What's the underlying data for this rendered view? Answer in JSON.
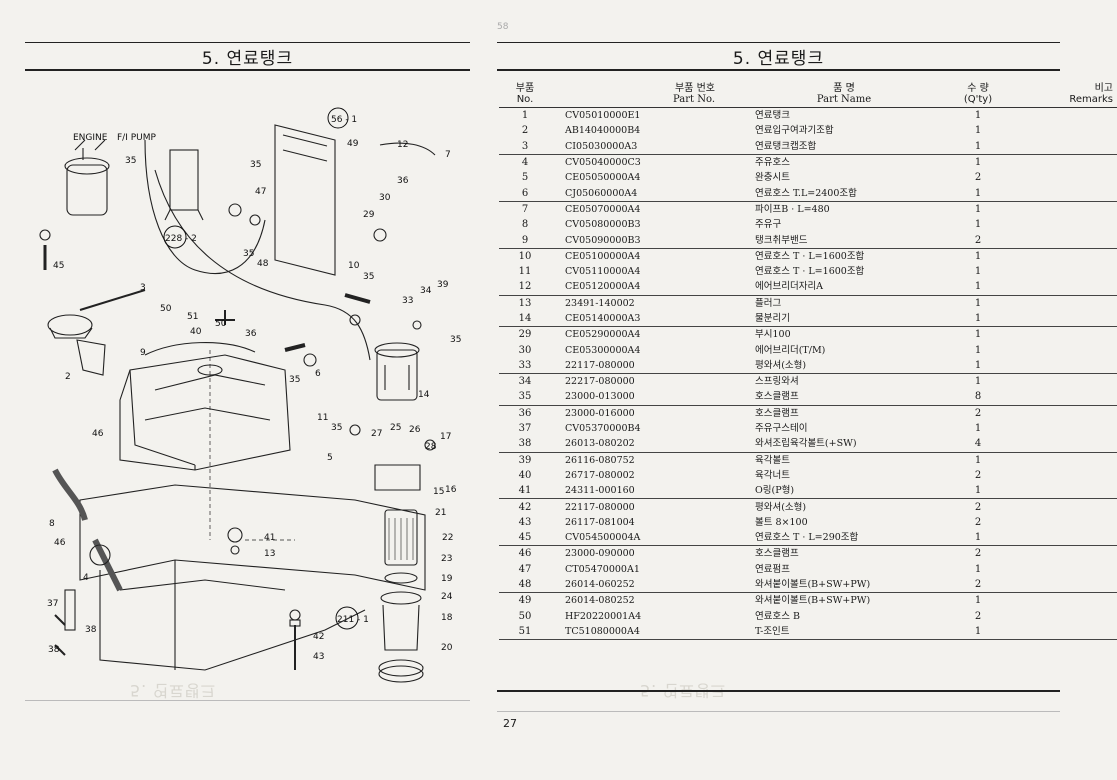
{
  "header": {
    "top_mark": "58",
    "left_title": "5. 연료탱크",
    "right_title": "5. 연료탱크"
  },
  "diagram": {
    "engine_label": "ENGINE",
    "pump_label": "F/I PUMP",
    "callouts": [
      "56 - 1",
      "49",
      "12",
      "7",
      "35",
      "47",
      "36",
      "30",
      "29",
      "228 - 2",
      "35",
      "48",
      "35",
      "45",
      "3",
      "10",
      "35",
      "34",
      "39",
      "50",
      "51",
      "33",
      "50",
      "40",
      "36",
      "35",
      "9",
      "6",
      "35",
      "2",
      "11",
      "35",
      "14",
      "25",
      "26",
      "27",
      "17",
      "28",
      "46",
      "5",
      "15",
      "16",
      "21",
      "8",
      "41",
      "22",
      "46",
      "13",
      "23",
      "4",
      "19",
      "37",
      "24",
      "18",
      "211 - 1",
      "38",
      "42",
      "38",
      "20",
      "43"
    ]
  },
  "table": {
    "headers": {
      "no_ko": "부품",
      "no_en": "No.",
      "pn_ko": "부품  번호",
      "pn_en": "Part  No.",
      "name_ko": "품        명",
      "name_en": "Part      Name",
      "qty_ko": "수  량",
      "qty_en": "(Q'ty)",
      "rem_ko": "비고",
      "rem_en": "Remarks"
    },
    "rows": [
      {
        "no": "1",
        "part": "CV05010000E1",
        "name": "연료탱크",
        "qty": "1"
      },
      {
        "no": "2",
        "part": "AB14040000B4",
        "name": "연료입구여과기조합",
        "qty": "1"
      },
      {
        "no": "3",
        "part": "CI05030000A3",
        "name": "연료탱크캡조합",
        "qty": "1"
      },
      {
        "no": "4",
        "part": "CV05040000C3",
        "name": "주유호스",
        "qty": "1"
      },
      {
        "no": "5",
        "part": "CE05050000A4",
        "name": "완충시트",
        "qty": "2"
      },
      {
        "no": "6",
        "part": "CJ05060000A4",
        "name": "연료호스 T.L=2400조합",
        "qty": "1"
      },
      {
        "no": "7",
        "part": "CE05070000A4",
        "name": "파이프B · L=480",
        "qty": "1"
      },
      {
        "no": "8",
        "part": "CV05080000B3",
        "name": "주유구",
        "qty": "1"
      },
      {
        "no": "9",
        "part": "CV05090000B3",
        "name": "탱크취부밴드",
        "qty": "2"
      },
      {
        "no": "10",
        "part": "CE05100000A4",
        "name": "연료호스 T · L=1600조합",
        "qty": "1"
      },
      {
        "no": "11",
        "part": "CV05110000A4",
        "name": "연료호스 T · L=1600조합",
        "qty": "1"
      },
      {
        "no": "12",
        "part": "CE05120000A4",
        "name": "에어브리더자리A",
        "qty": "1"
      },
      {
        "no": "13",
        "part": "23491-140002",
        "name": "플러그",
        "qty": "1"
      },
      {
        "no": "14",
        "part": "CE05140000A3",
        "name": "물분리기",
        "qty": "1"
      },
      {
        "no": "29",
        "part": "CE05290000A4",
        "name": "부시100",
        "qty": "1"
      },
      {
        "no": "30",
        "part": "CE05300000A4",
        "name": "에어브리더(T/M)",
        "qty": "1"
      },
      {
        "no": "33",
        "part": "22117-080000",
        "name": "평와셔(소형)",
        "qty": "1"
      },
      {
        "no": "34",
        "part": "22217-080000",
        "name": "스프링와셔",
        "qty": "1"
      },
      {
        "no": "35",
        "part": "23000-013000",
        "name": "호스클램프",
        "qty": "8"
      },
      {
        "no": "36",
        "part": "23000-016000",
        "name": "호스클램프",
        "qty": "2"
      },
      {
        "no": "37",
        "part": "CV05370000B4",
        "name": "주유구스테이",
        "qty": "1"
      },
      {
        "no": "38",
        "part": "26013-080202",
        "name": "와셔조립육각볼트(+SW)",
        "qty": "4"
      },
      {
        "no": "39",
        "part": "26116-080752",
        "name": "육각볼트",
        "qty": "1"
      },
      {
        "no": "40",
        "part": "26717-080002",
        "name": "육각너트",
        "qty": "2"
      },
      {
        "no": "41",
        "part": "24311-000160",
        "name": "O링(P형)",
        "qty": "1"
      },
      {
        "no": "42",
        "part": "22117-080000",
        "name": "평와셔(소형)",
        "qty": "2"
      },
      {
        "no": "43",
        "part": "26117-081004",
        "name": "볼트 8×100",
        "qty": "2"
      },
      {
        "no": "45",
        "part": "CV054500004A",
        "name": "연료호스 T · L=290조합",
        "qty": "1"
      },
      {
        "no": "46",
        "part": "23000-090000",
        "name": "호스클램프",
        "qty": "2"
      },
      {
        "no": "47",
        "part": "CT05470000A1",
        "name": "연료펌프",
        "qty": "1"
      },
      {
        "no": "48",
        "part": "26014-060252",
        "name": "와셔붙이볼트(B+SW+PW)",
        "qty": "2"
      },
      {
        "no": "49",
        "part": "26014-080252",
        "name": "와셔붙이볼트(B+SW+PW)",
        "qty": "1"
      },
      {
        "no": "50",
        "part": "HF20220001A4",
        "name": "연료호스 B",
        "qty": "2"
      },
      {
        "no": "51",
        "part": "TC51080000A4",
        "name": "T-조인트",
        "qty": "1"
      }
    ]
  },
  "footer": {
    "page_number": "27"
  },
  "colors": {
    "ink": "#1a1a1a",
    "paper": "#f3f2ee",
    "ghost": "#d8d6cf"
  }
}
